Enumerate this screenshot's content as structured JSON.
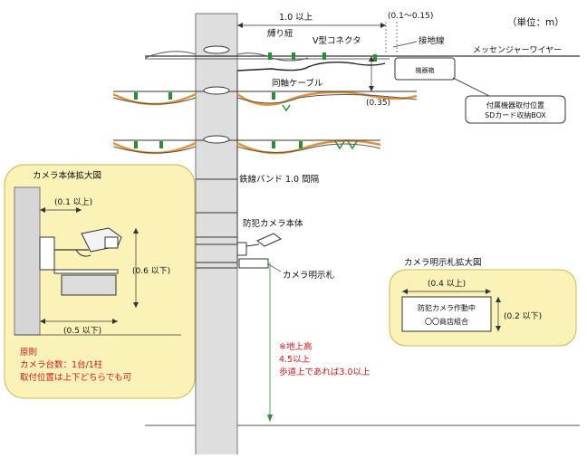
{
  "unit_label": "（単位：m）",
  "labels": {
    "top_min_dist": "1.0 以上",
    "tie_string": "縛り紐",
    "v_connector": "V型コネクタ",
    "range": "(0.1～0.15)",
    "ground_wire": "接地線",
    "messenger_wire": "メッセンジャーワイヤー",
    "equipment_box": "機器箱",
    "coax_cable": "同軸ケーブル",
    "gap": "(0.35)",
    "accessory_box_line1": "付属機器取付位置",
    "accessory_box_line2": "SDカード収納BOX",
    "iron_band": "鉄線バンド  1.0 間隔",
    "camera_body": "防犯カメラ本体",
    "camera_sign": "カメラ明示札",
    "height_note_1": "※地上高",
    "height_note_2": "4.5以上",
    "height_note_3": "歩道上であれば3.0以上"
  },
  "camera_detail": {
    "title": "カメラ本体拡大図",
    "dim_top": "(0.1 以上)",
    "dim_height": "(0.6 以下)",
    "dim_bottom": "(0.5 以下)",
    "rule_title": "原則",
    "rule_line1": "カメラ台数：1台/1柱",
    "rule_line2": "取付位置は上下どちらでも可"
  },
  "sign_detail": {
    "title": "カメラ明示札拡大図",
    "dim_width": "(0.4 以上)",
    "dim_height": "(0.2 以下)",
    "sign_line1": "防犯カメラ作動中",
    "sign_line2": "〇〇商店組合"
  },
  "colors": {
    "panel_bg": "#fbf2b8",
    "panel_border": "#c9b75a",
    "pole": "#dedede",
    "orange_wire": "#e0943a",
    "green_marker": "#2e8b3a",
    "red_text": "#d11a1a"
  }
}
